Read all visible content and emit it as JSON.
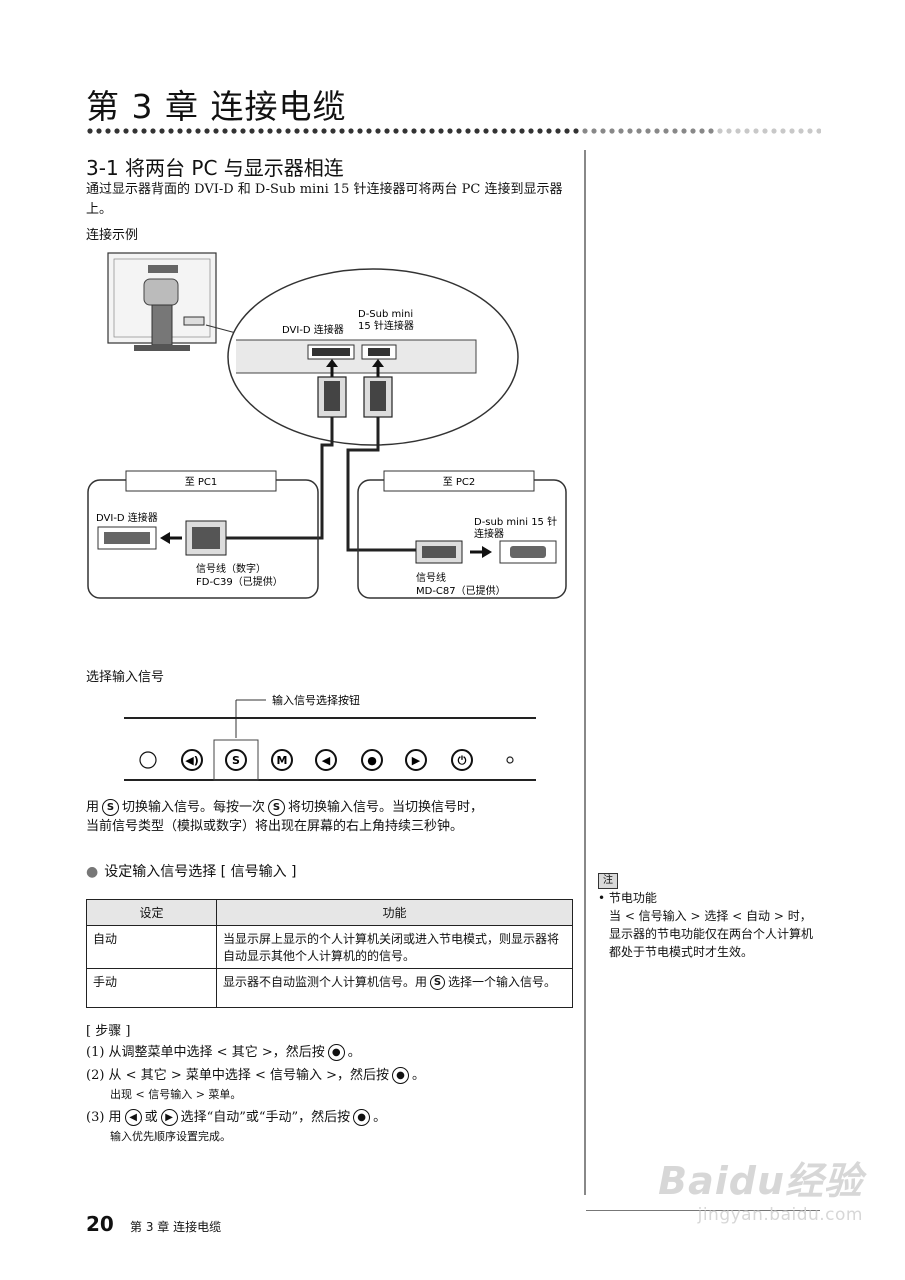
{
  "chapter": {
    "title": "第 3 章  连接电缆"
  },
  "section": {
    "title": "3-1   将两台 PC 与显示器相连",
    "intro": "通过显示器背面的 DVI-D 和 D-Sub mini 15 针连接器可将两台 PC 连接到显示器上。",
    "example_heading": "连接示例"
  },
  "diagram": {
    "dvi_label": "DVI-D 连接器",
    "dsub_label_1": "D-Sub mini",
    "dsub_label_2": "15 针连接器",
    "pc1_label": "至 PC1",
    "pc2_label": "至 PC2",
    "pc1_connector": "DVI-D 连接器",
    "pc1_cable_1": "信号线（数字）",
    "pc1_cable_2": "FD-C39（已提供）",
    "pc2_connector_1": "D-sub mini 15 针",
    "pc2_connector_2": "连接器",
    "pc2_cable_1": "信号线",
    "pc2_cable_2": "MD-C87（已提供）"
  },
  "select_input": {
    "heading": "选择输入信号",
    "callout": "输入信号选择按钮",
    "buttons": [
      {
        "icon": "sensor-icon",
        "glyph": ""
      },
      {
        "icon": "speaker-icon",
        "glyph": "◀)"
      },
      {
        "icon": "signal-select-icon",
        "glyph": "S"
      },
      {
        "icon": "mode-icon",
        "glyph": "M"
      },
      {
        "icon": "left-arrow-icon",
        "glyph": "◀"
      },
      {
        "icon": "enter-icon",
        "glyph": "●"
      },
      {
        "icon": "right-arrow-icon",
        "glyph": "▶"
      },
      {
        "icon": "power-icon",
        "glyph": "⏻"
      }
    ],
    "desc_pre": "用",
    "desc_mid": "切换输入信号。每按一次",
    "desc_post": "将切换输入信号。当切换信号时，",
    "desc_line2": "当前信号类型（模拟或数字）将出现在屏幕的右上角持续三秒钟。",
    "button_glyph": "S"
  },
  "setting": {
    "bullet_title": "设定输入信号选择 [ 信号输入 ]",
    "col_setting": "设定",
    "col_function": "功能",
    "row_auto_name": "自动",
    "row_auto_desc": "当显示屏上显示的个人计算机关闭或进入节电模式，则显示器将自动显示其他个人计算机的的信号。",
    "row_manual_name": "手动",
    "row_manual_desc_pre": "显示器不自动监测个人计算机信号。用",
    "row_manual_desc_post": "选择一个输入信号。"
  },
  "steps": {
    "heading": "[ 步骤 ]",
    "s1": "(1) 从调整菜单中选择 < 其它 >，然后按",
    "s1_end": "。",
    "s2": "(2) 从 < 其它 > 菜单中选择 < 信号输入 >，然后按",
    "s2_end": "。",
    "s2_note": "出现 < 信号输入 > 菜单。",
    "s3_a": "(3) 用",
    "s3_b": "或",
    "s3_c": "选择“自动”或“手动”，然后按",
    "s3_end": "。",
    "s3_note": "输入优先顺序设置完成。",
    "enter_glyph": "●",
    "left_glyph": "◀",
    "right_glyph": "▶"
  },
  "note": {
    "tag": "注",
    "title": "• 节电功能",
    "text": "当 < 信号输入 > 选择 < 自动 > 时，显示器的节电功能仅在两台个人计算机都处于节电模式时才生效。"
  },
  "footer": {
    "page_number": "20",
    "label": "第 3 章  连接电缆"
  },
  "watermark": {
    "logo": "Baidu经验",
    "url": "jingyan.baidu.com"
  }
}
